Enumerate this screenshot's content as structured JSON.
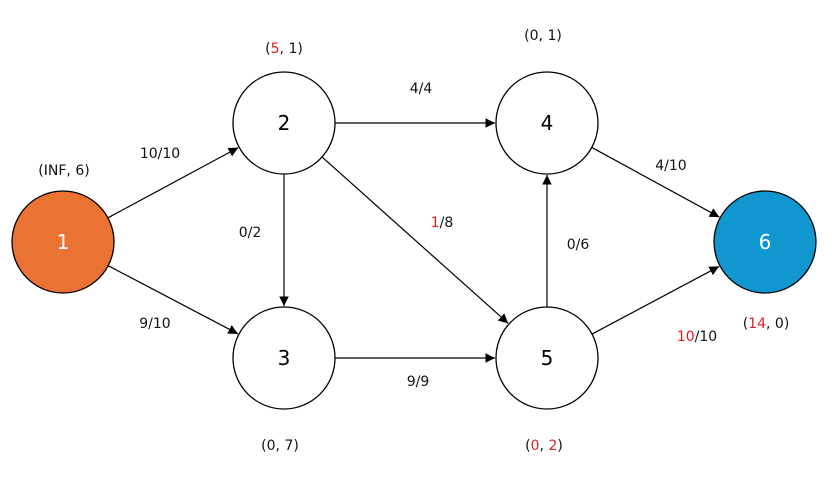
{
  "colors": {
    "source": "#ea7233",
    "sink": "#1197d0",
    "default_node": "#ffffff",
    "highlight": "#e02020",
    "stroke": "#000000"
  },
  "nodes": [
    {
      "id": "1",
      "label": "1",
      "role": "source"
    },
    {
      "id": "2",
      "label": "2",
      "role": "default"
    },
    {
      "id": "3",
      "label": "3",
      "role": "default"
    },
    {
      "id": "4",
      "label": "4",
      "role": "default"
    },
    {
      "id": "5",
      "label": "5",
      "role": "default"
    },
    {
      "id": "6",
      "label": "6",
      "role": "sink"
    }
  ],
  "edges": [
    {
      "from": "1",
      "to": "2",
      "label": "10/10",
      "label_red": ""
    },
    {
      "from": "1",
      "to": "3",
      "label": "9/10",
      "label_red": ""
    },
    {
      "from": "2",
      "to": "3",
      "label": "0/2",
      "label_red": ""
    },
    {
      "from": "2",
      "to": "4",
      "label": "4/4",
      "label_red": ""
    },
    {
      "from": "2",
      "to": "5",
      "label": "/8",
      "label_red": "1"
    },
    {
      "from": "3",
      "to": "5",
      "label": "9/9",
      "label_red": ""
    },
    {
      "from": "5",
      "to": "4",
      "label": "0/6",
      "label_red": ""
    },
    {
      "from": "4",
      "to": "6",
      "label": "4/10",
      "label_red": ""
    },
    {
      "from": "5",
      "to": "6",
      "label": "/10",
      "label_red": "10"
    }
  ],
  "node_annotations": [
    {
      "node": "1",
      "open": "(",
      "first": "INF",
      "first_red": false,
      "sep": ", ",
      "second": "6",
      "second_red": false,
      "close": ")"
    },
    {
      "node": "2",
      "open": "(",
      "first": "5",
      "first_red": true,
      "sep": ", ",
      "second": "1",
      "second_red": false,
      "close": ")"
    },
    {
      "node": "3",
      "open": "(",
      "first": "0",
      "first_red": false,
      "sep": ", ",
      "second": "7",
      "second_red": false,
      "close": ")"
    },
    {
      "node": "4",
      "open": "(",
      "first": "0",
      "first_red": false,
      "sep": ", ",
      "second": "1",
      "second_red": false,
      "close": ")"
    },
    {
      "node": "5",
      "open": "(",
      "first": "0",
      "first_red": true,
      "sep": ", ",
      "second": "2",
      "second_red": true,
      "close": ")"
    },
    {
      "node": "6",
      "open": "(",
      "first": "14",
      "first_red": true,
      "sep": ", ",
      "second": "0",
      "second_red": false,
      "close": ")"
    }
  ]
}
